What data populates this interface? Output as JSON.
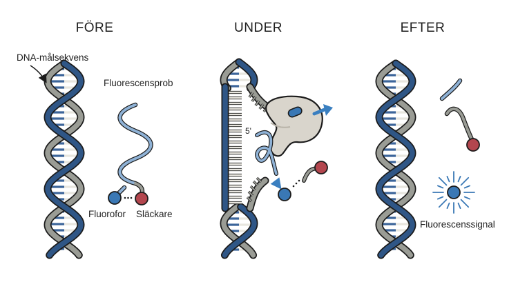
{
  "panels": {
    "before": {
      "title": "FÖRE"
    },
    "during": {
      "title": "UNDER"
    },
    "after": {
      "title": "EFTER"
    }
  },
  "labels": {
    "dna_target": "DNA-målsekvens",
    "probe": "Fluorescensprob",
    "fluorophore": "Fluorofor",
    "quencher": "Släckare",
    "five_prime": "5'",
    "signal": "Fluorescenssignal"
  },
  "colors": {
    "strand_blue": "#2f5686",
    "strand_gray": "#9a9c95",
    "outline": "#1b1b1b",
    "fluorophore": "#3a78b5",
    "quencher": "#b3464e",
    "polymerase": "#d9d5cc",
    "arrow": "#3a7fc0",
    "rung_light": "#e8e6df",
    "rung_blue": "#3c659a"
  },
  "icons": [
    "dna-helix-icon",
    "probe-icon",
    "polymerase-icon",
    "arrow-icon",
    "glow-icon"
  ]
}
